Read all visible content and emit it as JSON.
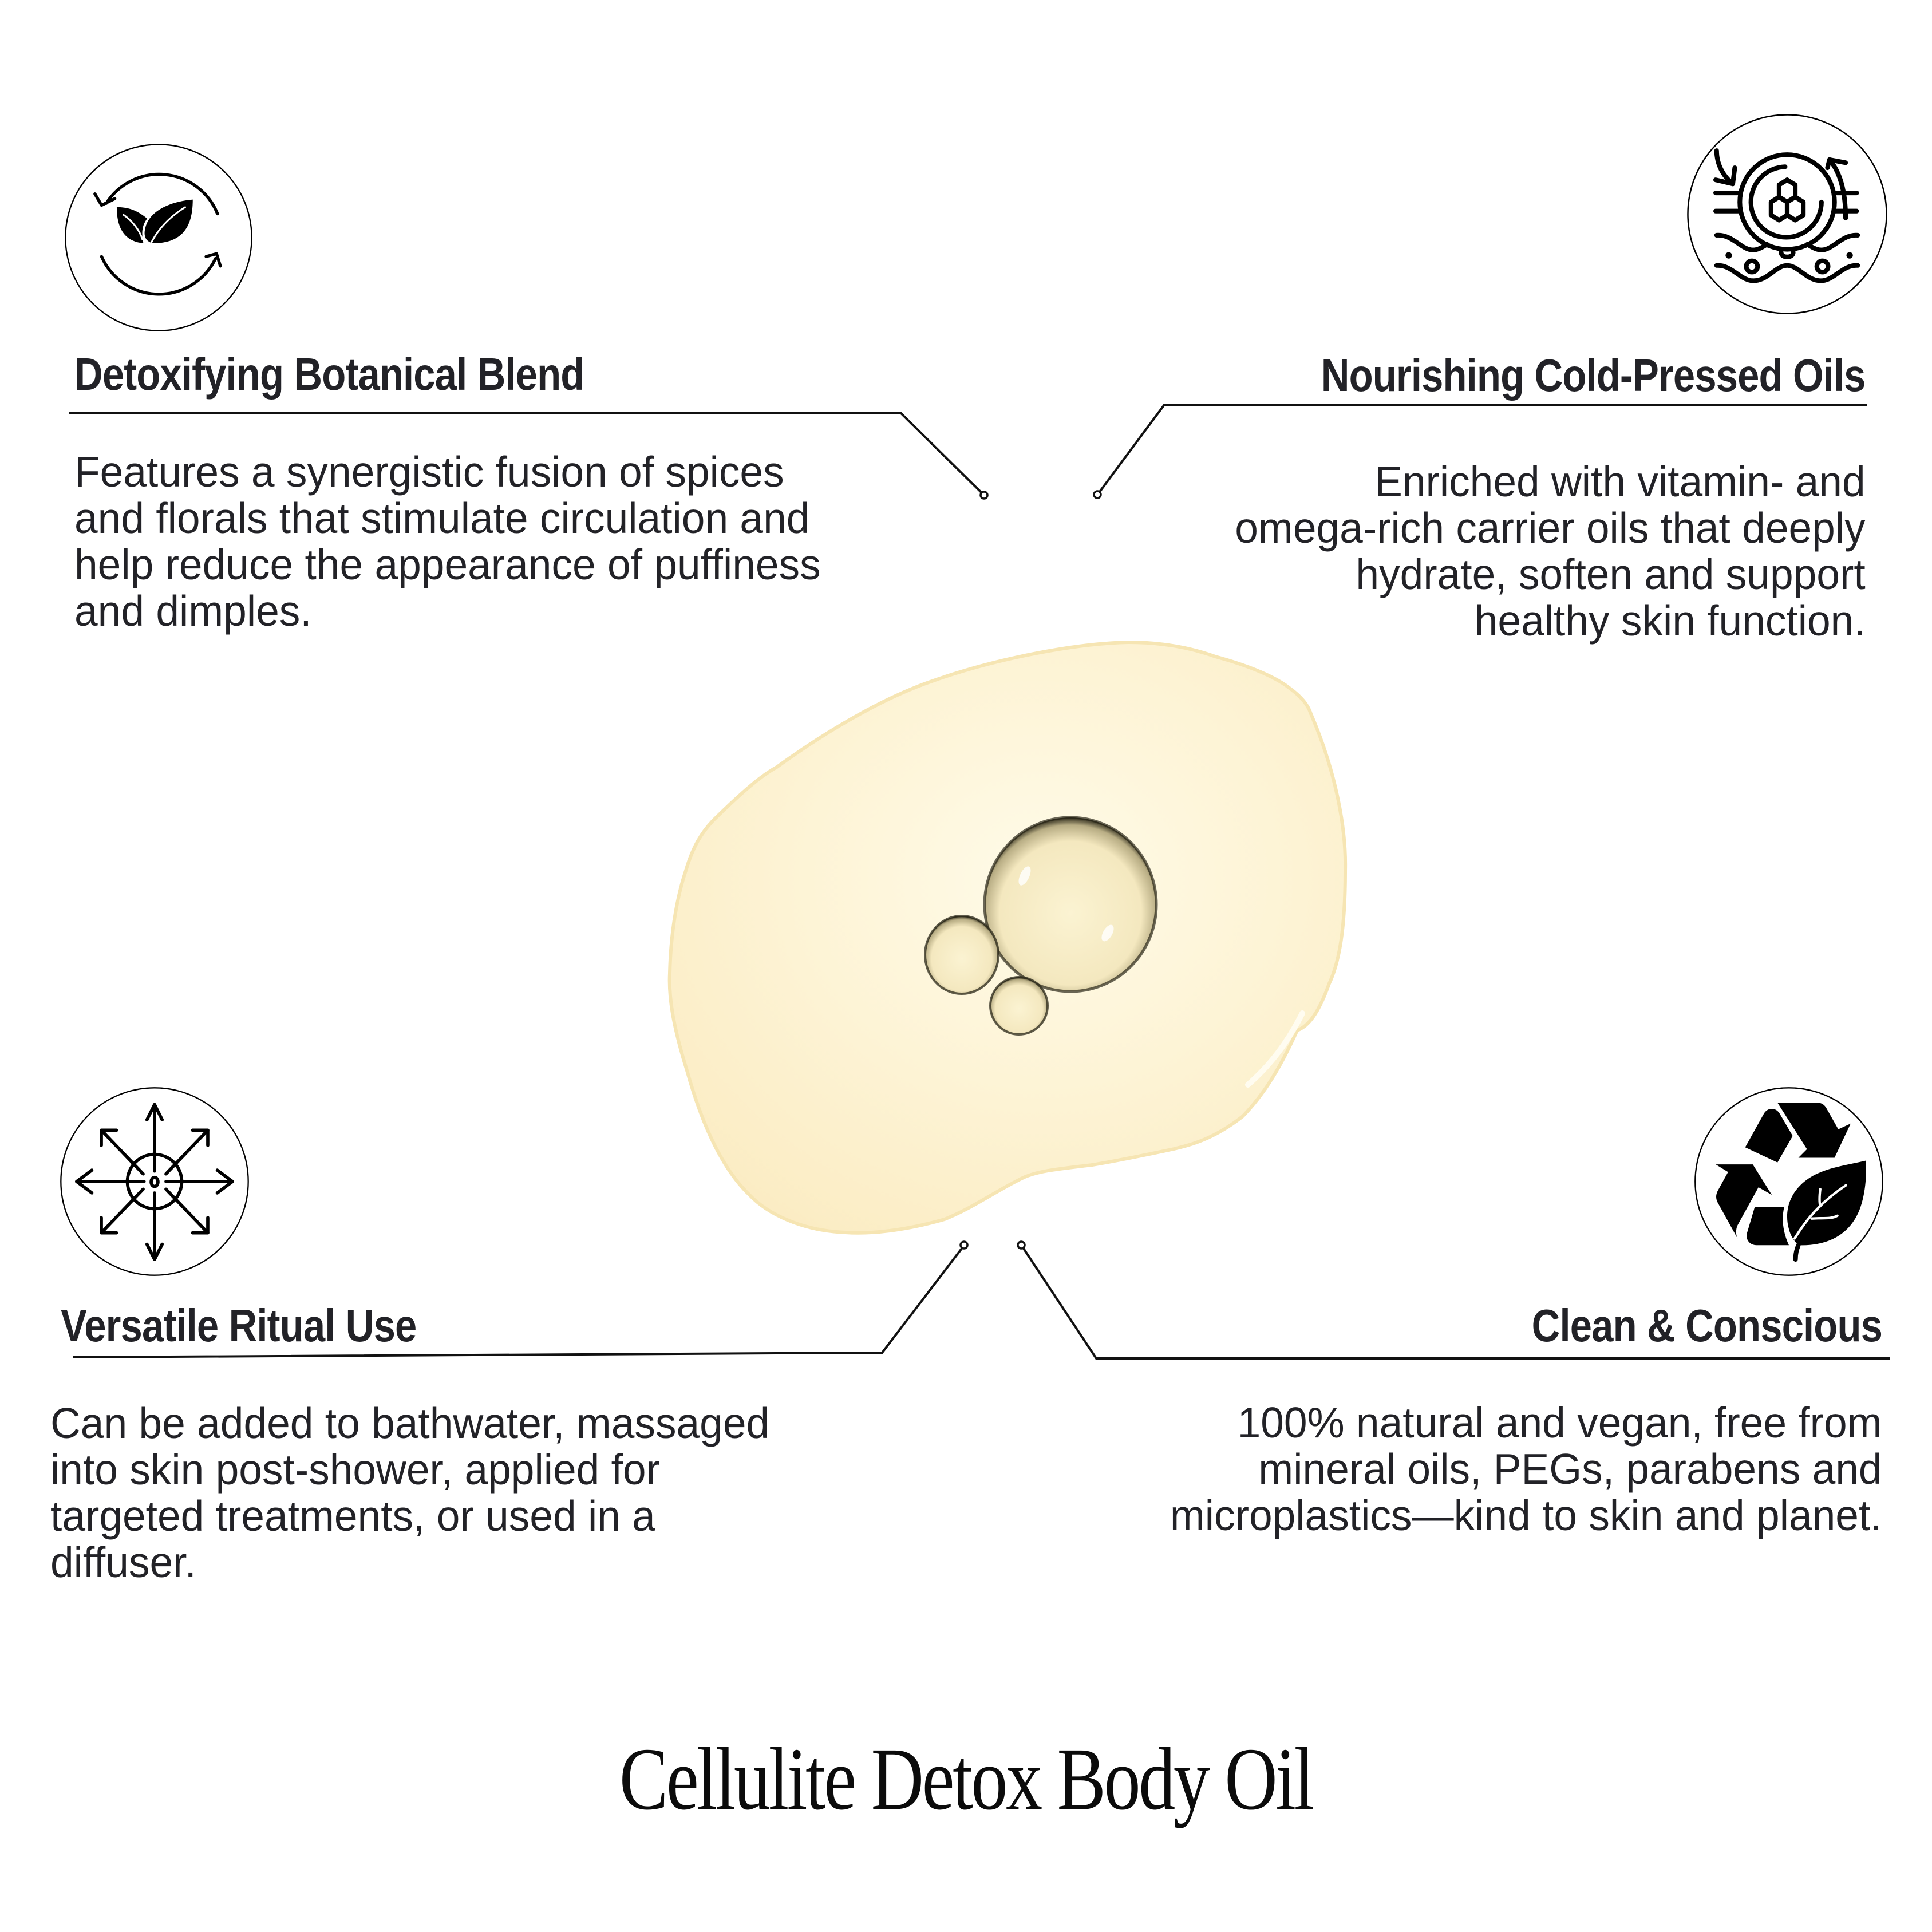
{
  "colors": {
    "background": "#ffffff",
    "text": "#222227",
    "title": "#0b0b0b",
    "oil": "#fdf2d2",
    "oil_edge": "#f7e6b4",
    "line": "#111111"
  },
  "product": {
    "title": "Cellulite Detox Body Oil",
    "swatch": "oil-drop-with-bubbles"
  },
  "features": [
    {
      "id": "detoxifying",
      "icon": "leaf-cycle-icon",
      "heading": "Detoxifying Botanical Blend",
      "body": [
        "Features a synergistic fusion of spices",
        "and florals that stimulate circulation and",
        "help reduce the appearance of puffiness",
        "and dimples."
      ]
    },
    {
      "id": "nourishing",
      "icon": "molecule-absorption-icon",
      "heading": "Nourishing Cold-Pressed Oils",
      "body": [
        "Enriched with vitamin- and",
        "omega-rich carrier oils that deeply",
        "hydrate, soften and support",
        "healthy skin function."
      ]
    },
    {
      "id": "versatile",
      "icon": "arrows-expand-icon",
      "heading": "Versatile Ritual Use",
      "body": [
        "Can be added to bathwater, massaged",
        "into skin post-shower, applied for",
        "targeted treatments, or used in a",
        "diffuser."
      ]
    },
    {
      "id": "clean",
      "icon": "recycle-leaf-icon",
      "heading": "Clean & Conscious",
      "body": [
        "100% natural and vegan, free from",
        "mineral oils, PEGs, parabens and",
        "microplastics—kind to skin and planet."
      ]
    }
  ]
}
